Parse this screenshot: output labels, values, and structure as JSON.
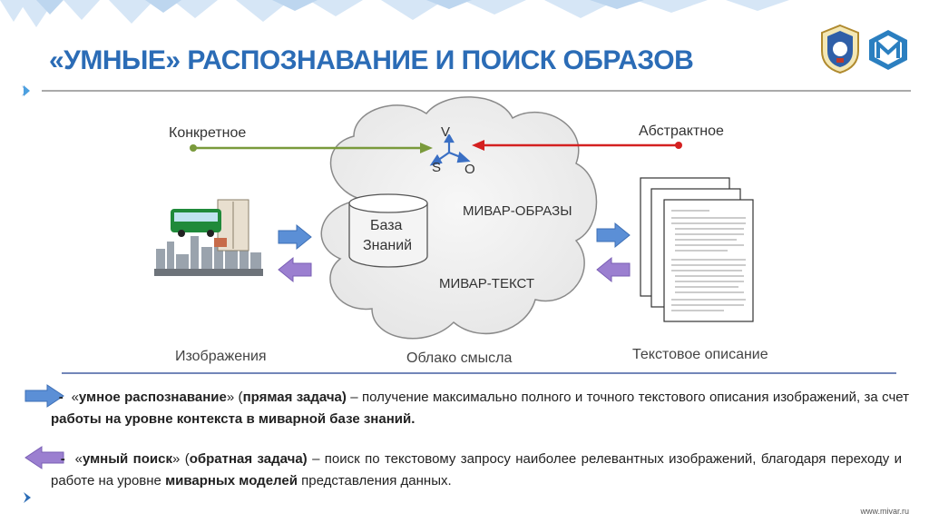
{
  "title": "«УМНЫЕ» РАСПОЗНАВАНИЕ И ПОИСК ОБРАЗОВ",
  "colors": {
    "accent": "#2b6cb6",
    "green_arrow": "#7a9a3c",
    "red_arrow": "#d42020",
    "blue_arrow": "#5b8fd6",
    "purple_arrow": "#9b7fd0"
  },
  "diagram": {
    "left_top_label": "Конкретное",
    "right_top_label": "Абстрактное",
    "vso": {
      "v": "V",
      "s": "S",
      "o": "O"
    },
    "db_label_line1": "База",
    "db_label_line2": "Знаний",
    "cloud_text_1": "МИВАР-ОБРАЗЫ",
    "cloud_text_2": "МИВАР-ТЕКСТ",
    "caption_left": "Изображения",
    "caption_center": "Облако смысла",
    "caption_right": "Текстовое описание"
  },
  "text_blocks": [
    {
      "dash": "-",
      "q_open": "«",
      "bold1": "умное распознавание",
      "q_close": "» (",
      "bold2": "прямая задача)",
      "plain": " – получение максимально полного и точного текстового описания изображений, за счет ",
      "bold3": "работы на уровне контекста в миварной базе знаний."
    },
    {
      "dash": "-",
      "q_open": "«",
      "bold1": "умный поиск",
      "q_close": "» (",
      "bold2": "обратная задача)",
      "plain": " – поиск по текстовому запросу наиболее релевантных изображений, благодаря переходу и работе на уровне ",
      "bold3": "миварных моделей",
      "tail": " представления данных."
    }
  ],
  "footer_url": "www.mivar.ru"
}
